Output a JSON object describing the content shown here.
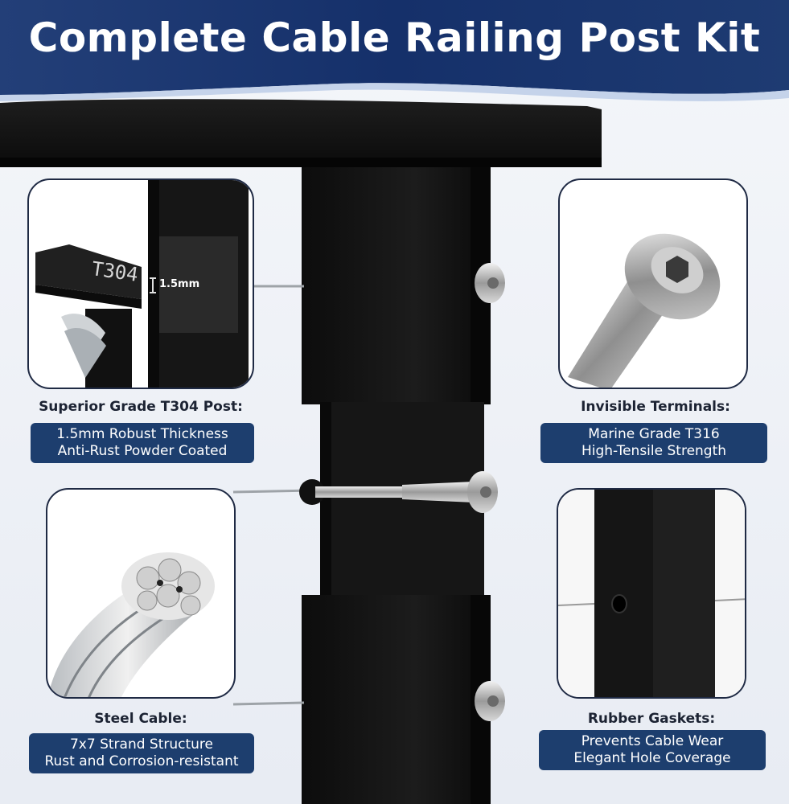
{
  "header": {
    "title": "Complete Cable Railing Post Kit"
  },
  "features": [
    {
      "caption": "Superior Grade T304 Post:",
      "lines": [
        "1.5mm Robust Thickness",
        "Anti-Rust Powder Coated"
      ]
    },
    {
      "caption": "Invisible Terminals:",
      "lines": [
        "Marine Grade T316",
        "High-Tensile Strength"
      ]
    },
    {
      "caption": "Steel Cable:",
      "lines": [
        "7x7 Strand Structure",
        "Rust and Corrosion-resistant"
      ]
    },
    {
      "caption": "Rubber Gaskets:",
      "lines": [
        "Prevents Cable Wear",
        "Elegant Hole Coverage"
      ]
    }
  ],
  "post_panel": {
    "grade_mark": "T304",
    "thickness_mark": "1.5mm"
  },
  "colors": {
    "banner": "#1a3566",
    "label_bg": "#1d3e6e",
    "post": "#121212",
    "panel_border": "#1f2a44"
  }
}
